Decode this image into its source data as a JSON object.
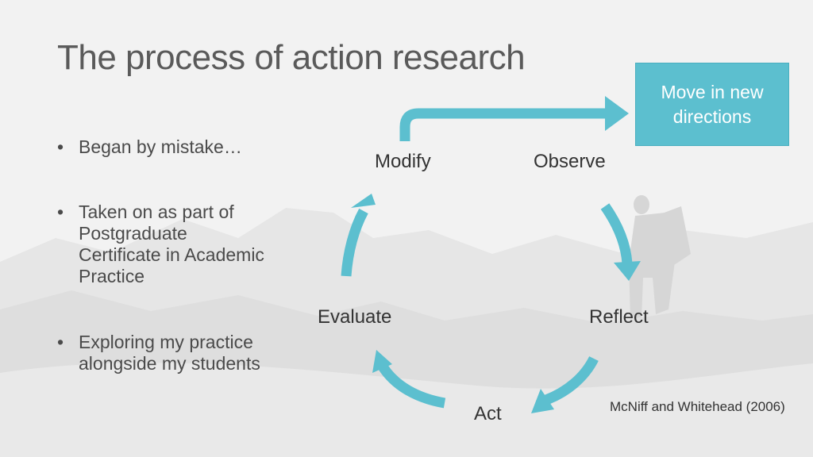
{
  "slide": {
    "title": "The process of action research",
    "bullets": [
      {
        "lines": [
          "Began by mistake…"
        ]
      },
      {
        "lines": [
          "Taken on as part of",
          "Postgraduate",
          "Certificate in Academic",
          "Practice"
        ]
      },
      {
        "lines": [
          "Exploring my practice",
          "alongside my students"
        ]
      }
    ]
  },
  "cycle": {
    "nodes": {
      "modify": "Modify",
      "observe": "Observe",
      "reflect": "Reflect",
      "act": "Act",
      "evaluate": "Evaluate"
    },
    "callout": "Move in new directions",
    "arrow_color": "#5cbfcf"
  },
  "citation": "McNiff and Whitehead (2006)"
}
